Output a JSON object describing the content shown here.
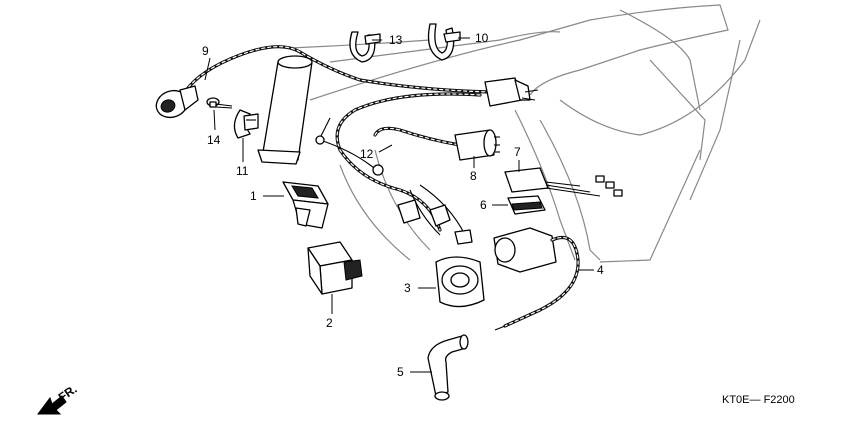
{
  "labels": {
    "p1": "1",
    "p2": "2",
    "p3": "3",
    "p4": "4",
    "p5": "5",
    "p6": "6",
    "p7": "7",
    "p8": "8",
    "p9": "9",
    "p10": "10",
    "p11": "11",
    "p12": "12",
    "p13": "13",
    "p14": "14"
  },
  "front_marker": "FR.",
  "diagram_code": "KT0E— F2200"
}
